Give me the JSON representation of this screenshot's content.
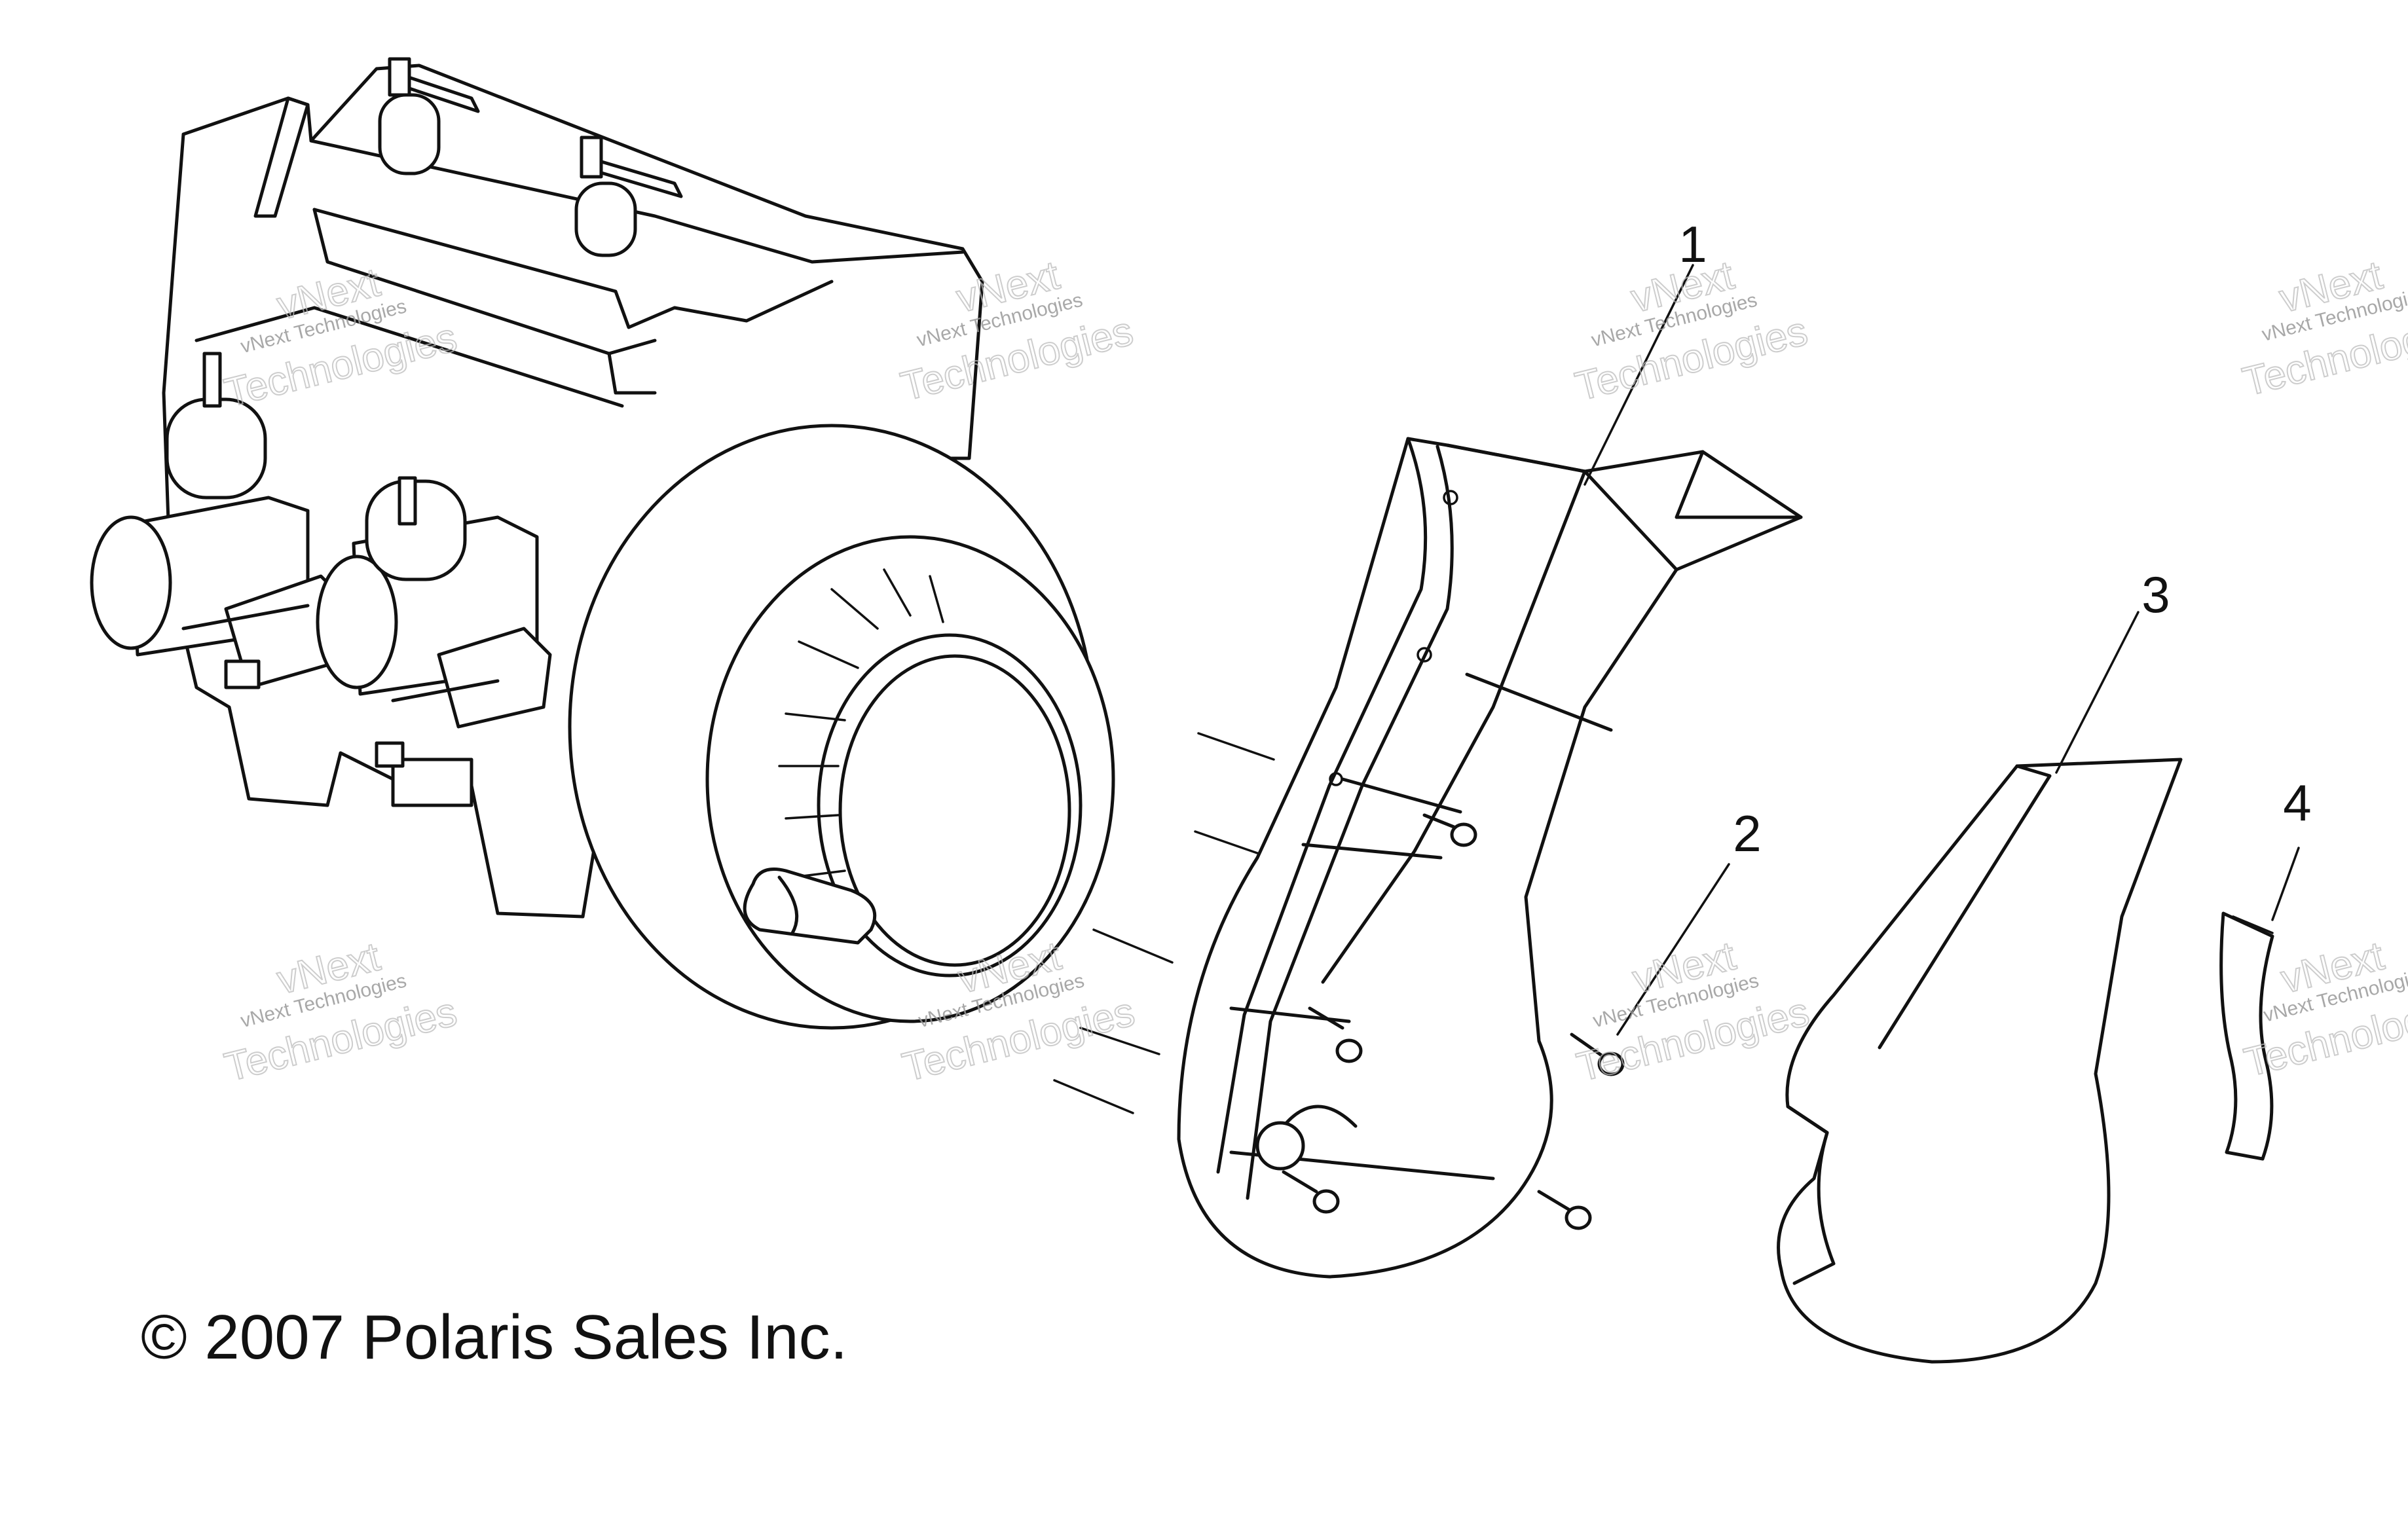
{
  "callouts": [
    "1",
    "2",
    "3",
    "4"
  ],
  "copyright": "© 2007 Polaris Sales Inc.",
  "watermark": {
    "name": "vNext",
    "small": "vNext Technologies",
    "big": "Technologies"
  },
  "colors": {
    "line": "#111111",
    "background": "#ffffff",
    "watermark": "#9a9a9a"
  }
}
